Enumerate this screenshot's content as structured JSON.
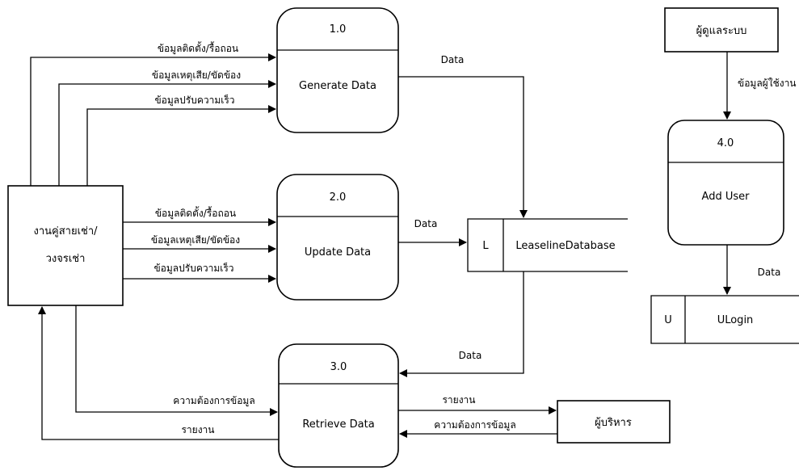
{
  "processes": [
    {
      "id": "1.0",
      "name": "Generate Data"
    },
    {
      "id": "2.0",
      "name": "Update Data"
    },
    {
      "id": "3.0",
      "name": "Retrieve Data"
    },
    {
      "id": "4.0",
      "name": "Add User"
    }
  ],
  "entities": {
    "leased_line": {
      "line1": "งานคู่สายเช่า/",
      "line2": "วงจรเช่า"
    },
    "admin": "ผู้ดูแลระบบ",
    "executive": "ผู้บริหาร"
  },
  "stores": [
    {
      "code": "L",
      "name": "LeaselineDatabase"
    },
    {
      "code": "U",
      "name": "ULogin"
    }
  ],
  "flows": {
    "install_relocate": "ข้อมูลติดตั้ง/รื้อถอน",
    "fault_repair": "ข้อมูลเหตุเสีย/ขัดข้อง",
    "speed_change": "ข้อมูลปรับความเร็ว",
    "data": "Data",
    "data_request": "ความต้องการข้อมูล",
    "report": "รายงาน",
    "user_info": "ข้อมูลผู้ใช้งาน"
  }
}
